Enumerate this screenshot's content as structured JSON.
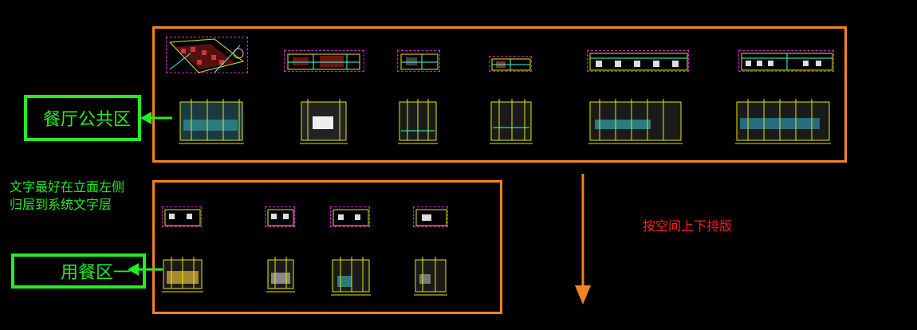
{
  "labels": {
    "restaurant_public": "餐厅公共区",
    "dining_area_1": "用餐区一",
    "note_line1": "文字最好在立面左侧",
    "note_line2": "归层到系统文字层",
    "layout_note": "按空间上下排版"
  },
  "colors": {
    "frame": "#f58220",
    "label": "#22ee22",
    "note_red": "#ff1a1a",
    "plan_border": "#d81fd8",
    "drawing_line": "#e8e800"
  },
  "icons": [
    "arrow-left-icon",
    "arrow-down-icon"
  ]
}
